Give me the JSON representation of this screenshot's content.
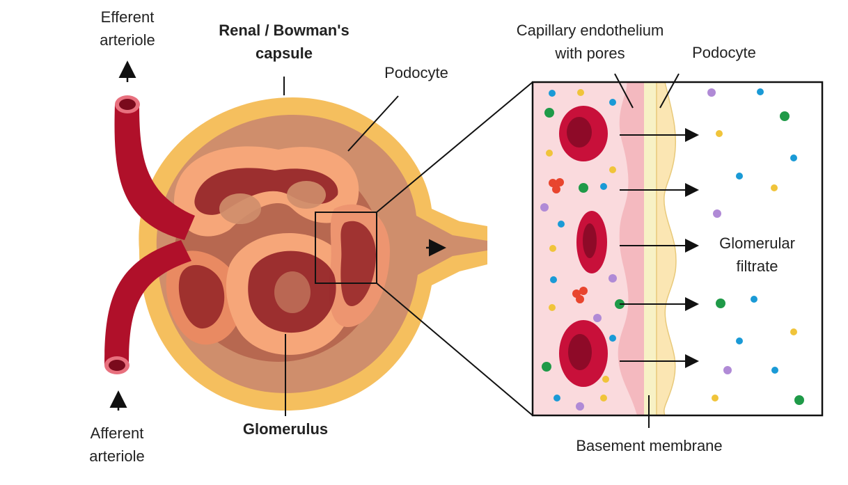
{
  "labels": {
    "efferent_line1": "Efferent",
    "efferent_line2": "arteriole",
    "capsule_line1": "Renal / Bowman's",
    "capsule_line2": "capsule",
    "podocyte_left": "Podocyte",
    "capillary_line1": "Capillary endothelium",
    "capillary_line2": "with pores",
    "podocyte_right": "Podocyte",
    "filtrate_line1": "Glomerular",
    "filtrate_line2": "filtrate",
    "afferent_line1": "Afferent",
    "afferent_line2": "arteriole",
    "glomerulus": "Glomerulus",
    "basement": "Basement membrane"
  },
  "colors": {
    "capsule_outer": "#f5bf5e",
    "capsule_inner": "#cf8e6c",
    "vessel": "#b0102a",
    "vessel_dark": "#7a0a1c",
    "podocyte": "#f6a679",
    "glomerulus_dark": "#8c1a22",
    "plasma": "#fadadd",
    "endothelium": "#f4b9bf",
    "membrane": "#f7f1c5",
    "podocyte_layer": "#fbe6b3",
    "rbc": "#c8103a",
    "solute_blue": "#1a9ad6",
    "solute_green": "#1f9a48",
    "solute_yellow": "#f0c43a",
    "solute_purple": "#b08ad6",
    "solute_red": "#e8452e"
  }
}
